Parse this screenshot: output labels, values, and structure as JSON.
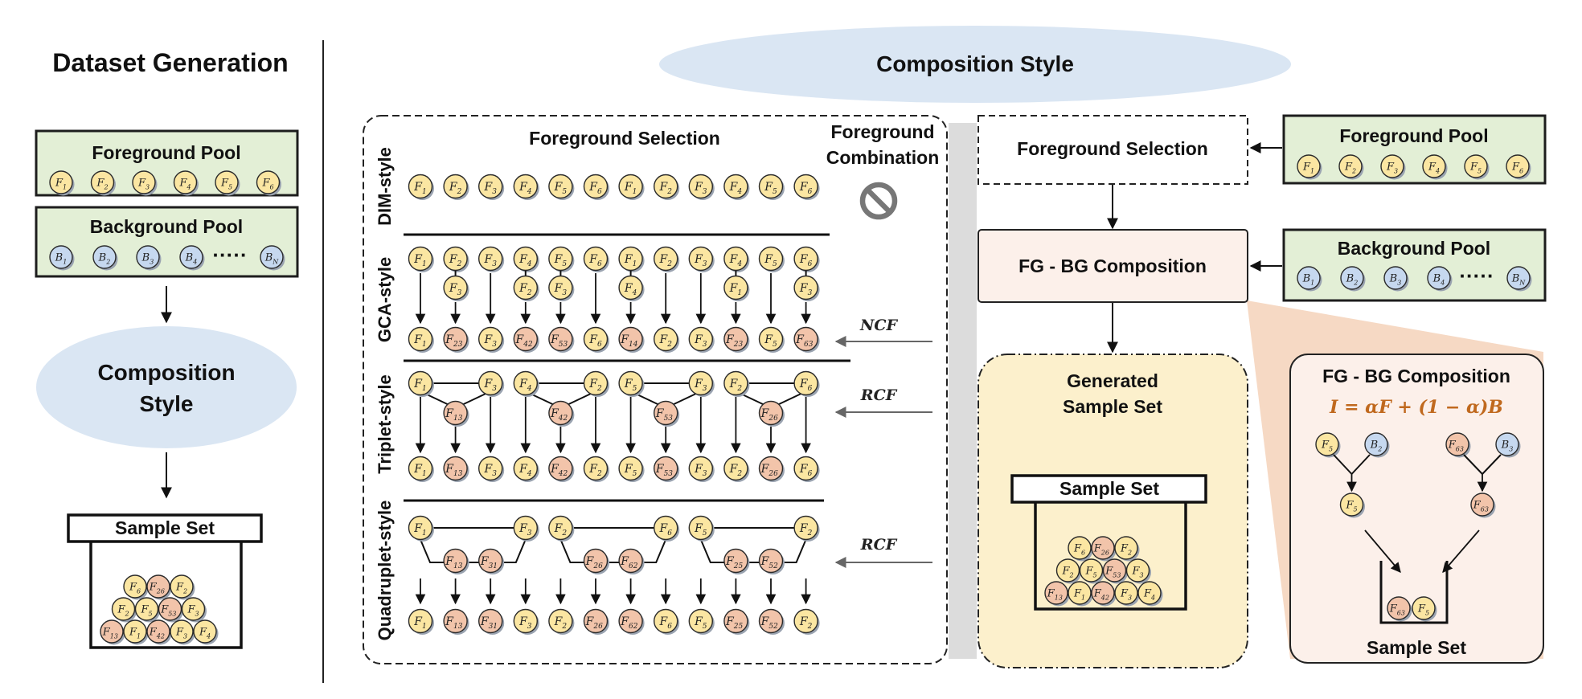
{
  "left": {
    "title": "Dataset Generation",
    "fg_pool": {
      "label": "Foreground Pool",
      "items": [
        [
          "F",
          "1"
        ],
        [
          "F",
          "2"
        ],
        [
          "F",
          "3"
        ],
        [
          "F",
          "4"
        ],
        [
          "F",
          "5"
        ],
        [
          "F",
          "6"
        ]
      ]
    },
    "bg_pool": {
      "label": "Background Pool",
      "items": [
        [
          "B",
          "1"
        ],
        [
          "B",
          "2"
        ],
        [
          "B",
          "3"
        ],
        [
          "B",
          "4"
        ]
      ],
      "ellipsis": "·····",
      "last": [
        "B",
        "N"
      ]
    },
    "style_line1": "Composition",
    "style_line2": "Style",
    "sample_set": "Sample Set"
  },
  "middle": {
    "title": "Composition Style",
    "fg_selection": "Foreground Selection",
    "fg_comb_line1": "Foreground",
    "fg_comb_line2": "Combination",
    "styles": {
      "dim": "DIM-style",
      "gca": "GCA-style",
      "triplet": "Triplet-style",
      "quadruplet": "Quadruplet-style"
    },
    "dim_row": [
      "1",
      "2",
      "3",
      "4",
      "5",
      "6",
      "1",
      "2",
      "3",
      "4",
      "5",
      "6"
    ],
    "gca_row1": [
      "1",
      "2",
      "3",
      "4",
      "5",
      "6",
      "1",
      "2",
      "3",
      "4",
      "5",
      "6"
    ],
    "gca_row2": [
      null,
      "3",
      null,
      "2",
      "3",
      null,
      "4",
      null,
      null,
      "1",
      null,
      "3"
    ],
    "gca_out": [
      "1",
      "23",
      "3",
      "42",
      "53",
      "6",
      "14",
      "2",
      "3",
      "23",
      "5",
      "63"
    ],
    "triplet_out": [
      "1",
      "13",
      "3",
      "4",
      "42",
      "2",
      "5",
      "53",
      "3",
      "2",
      "26",
      "6"
    ],
    "quad_out": [
      "1",
      "13",
      "31",
      "3",
      "2",
      "26",
      "62",
      "6",
      "5",
      "25",
      "52",
      "2"
    ],
    "ncf": "NCF",
    "rcf1": "RCF",
    "rcf2": "RCF"
  },
  "right": {
    "fg_selection": "Foreground Selection",
    "fg_pool": {
      "label": "Foreground Pool",
      "items": [
        [
          "F",
          "1"
        ],
        [
          "F",
          "2"
        ],
        [
          "F",
          "3"
        ],
        [
          "F",
          "4"
        ],
        [
          "F",
          "5"
        ],
        [
          "F",
          "6"
        ]
      ]
    },
    "bg_pool": {
      "label": "Background Pool",
      "items": [
        [
          "B",
          "1"
        ],
        [
          "B",
          "2"
        ],
        [
          "B",
          "3"
        ],
        [
          "B",
          "4"
        ]
      ],
      "ellipsis": "·····",
      "last": [
        "B",
        "N"
      ]
    },
    "fgbg": "FG - BG Composition",
    "generated_line1": "Generated",
    "generated_line2": "Sample Set",
    "sample_set": "Sample Set",
    "detail_title": "FG - BG Composition",
    "formula": "I = αF + (1 − α)B",
    "detail_sample_set": "Sample Set"
  },
  "colors": {
    "fg_fill": "#fbe6a2",
    "comb_fill": "#f2c4aa",
    "bg_fill": "#c6d8ef",
    "pool_fill": "#e3efd6",
    "pool_border": "#1d1d1d",
    "ellipse_fill": "#dae6f3",
    "gen_fill": "#fcf0cc",
    "fgbg_fill": "#fcf0ea",
    "formula": "#c0691e"
  }
}
